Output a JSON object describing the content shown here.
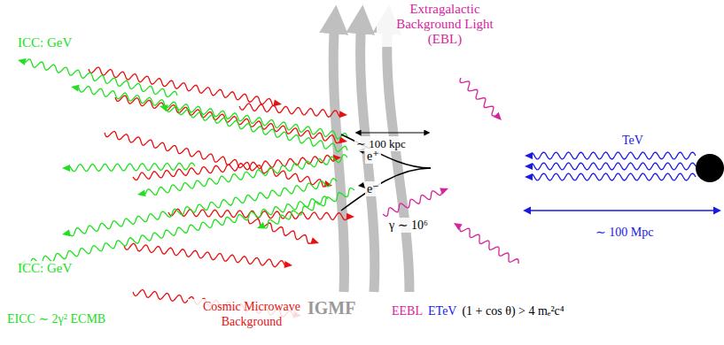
{
  "diagram": {
    "labels": [
      "Extragalactic Background Light (EBL)",
      "ICC: GeV",
      "ICC: GeV",
      "∼ 100 kpc",
      "e⁺",
      "e⁻",
      "γ ∼ 10⁶",
      "TeV",
      "∼ 100 Mpc",
      "EICC ∼ 2γ² ECMB",
      "Cosmic Microwave Background",
      "IGMF",
      "EEBL",
      "ETeV",
      "(1 + cos θ) > 4 mₑ²c⁴"
    ]
  }
}
